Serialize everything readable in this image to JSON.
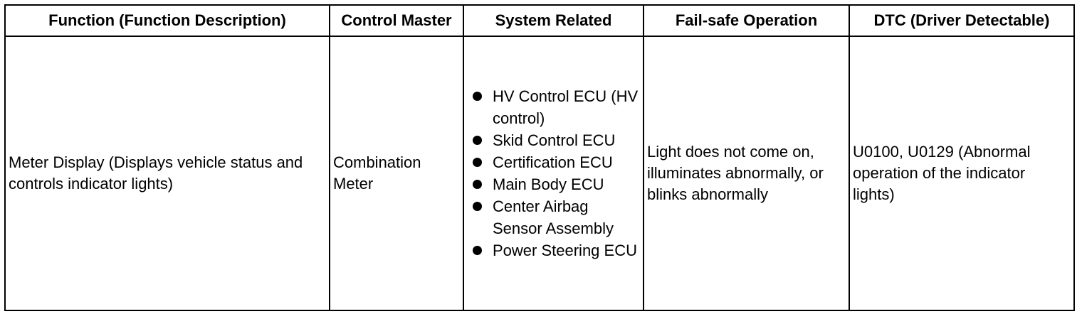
{
  "table": {
    "headers": [
      "Function (Function Description)",
      "Control Master",
      "System Related",
      "Fail-safe Operation",
      "DTC (Driver Detectable)"
    ],
    "row": {
      "function": "Meter Display (Displays vehicle status and controls indicator lights)",
      "control_master": "Combination Meter",
      "system_related": [
        "HV Control ECU (HV control)",
        "Skid Control ECU",
        "Certification ECU",
        "Main Body ECU",
        "Center Airbag Sensor Assembly",
        "Power Steering ECU"
      ],
      "failsafe": "Light does not come on, illuminates abnormally, or blinks abnormally",
      "dtc": "U0100, U0129 (Abnormal operation of the indicator lights)"
    }
  }
}
